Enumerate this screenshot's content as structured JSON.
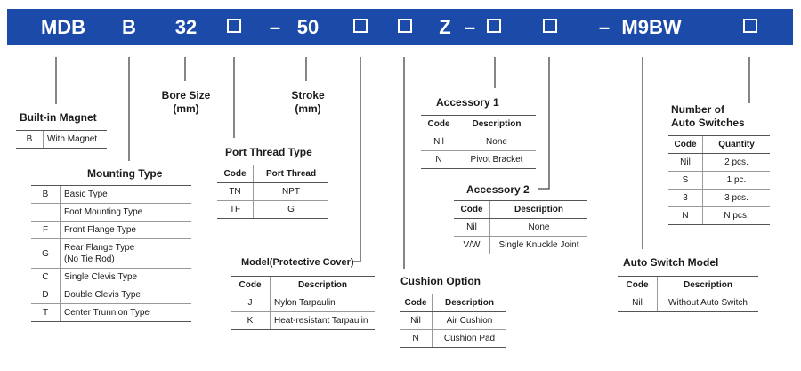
{
  "banner": {
    "segments": [
      "MDB",
      "B",
      "32",
      "–",
      "50",
      "Z",
      "–",
      "–",
      "M9BW"
    ],
    "box_glyph": "□"
  },
  "built_in_magnet": {
    "title": "Built-in Magnet",
    "rows": [
      [
        "B",
        "With Magnet"
      ]
    ]
  },
  "mounting_type": {
    "title": "Mounting Type",
    "rows": [
      [
        "B",
        "Basic Type"
      ],
      [
        "L",
        "Foot Mounting Type"
      ],
      [
        "F",
        "Front Flange Type"
      ],
      [
        "G",
        "Rear Flange Type",
        "(No Tie Rod)"
      ],
      [
        "C",
        "Single Clevis Type"
      ],
      [
        "D",
        "Double Clevis Type"
      ],
      [
        "T",
        "Center Trunnion Type"
      ]
    ]
  },
  "bore_size": {
    "title": "Bore Size",
    "unit": "(mm)"
  },
  "stroke": {
    "title": "Stroke",
    "unit": "(mm)"
  },
  "port_thread_type": {
    "title": "Port Thread Type",
    "headers": [
      "Code",
      "Port Thread"
    ],
    "rows": [
      [
        "TN",
        "NPT"
      ],
      [
        "TF",
        "G"
      ]
    ]
  },
  "model_protective_cover": {
    "title": "Model(Protective Cover)",
    "headers": [
      "Code",
      "Description"
    ],
    "rows": [
      [
        "J",
        "Nylon Tarpaulin"
      ],
      [
        "K",
        "Heat-resistant Tarpaulin"
      ]
    ]
  },
  "accessory_1": {
    "title": "Accessory 1",
    "headers": [
      "Code",
      "Description"
    ],
    "rows": [
      [
        "Nil",
        "None"
      ],
      [
        "N",
        "Pivot Bracket"
      ]
    ]
  },
  "accessory_2": {
    "title": "Accessory 2",
    "headers": [
      "Code",
      "Description"
    ],
    "rows": [
      [
        "Nil",
        "None"
      ],
      [
        "V/W",
        "Single Knuckle Joint"
      ]
    ]
  },
  "cushion_option": {
    "title": "Cushion Option",
    "headers": [
      "Code",
      "Description"
    ],
    "rows": [
      [
        "Nil",
        "Air Cushion"
      ],
      [
        "N",
        "Cushion Pad"
      ]
    ]
  },
  "number_of_auto_switches": {
    "title_line1": "Number of",
    "title_line2": "Auto Switches",
    "headers": [
      "Code",
      "Quantity"
    ],
    "rows": [
      [
        "Nil",
        "2 pcs."
      ],
      [
        "S",
        "1 pc."
      ],
      [
        "3",
        "3 pcs."
      ],
      [
        "N",
        "N pcs."
      ]
    ]
  },
  "auto_switch_model": {
    "title": "Auto Switch Model",
    "headers": [
      "Code",
      "Description"
    ],
    "rows": [
      [
        "Nil",
        "Without Auto Switch"
      ]
    ]
  },
  "colors": {
    "banner": "#1b4aa9",
    "line": "#444444"
  }
}
